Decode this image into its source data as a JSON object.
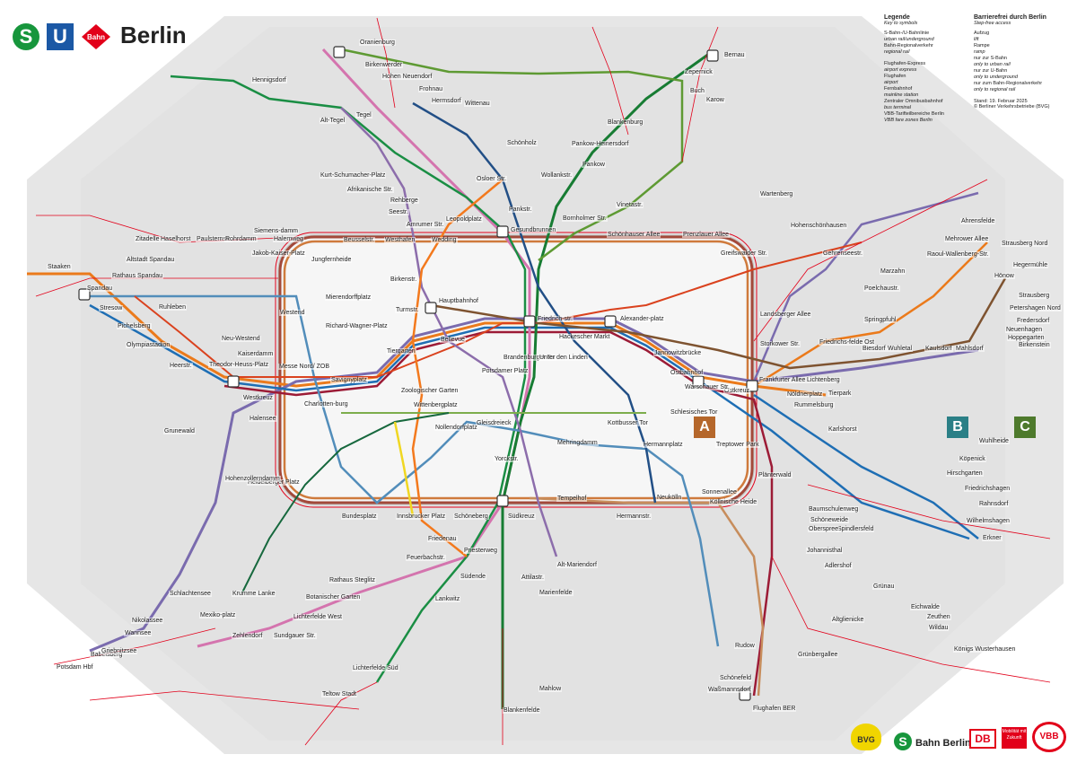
{
  "header": {
    "s_logo": "S",
    "u_logo": "U",
    "bahn_logo": "Bahn",
    "city": "Berlin"
  },
  "legend": {
    "title": "Legende",
    "subtitle": "Key to symbols",
    "items": [
      "S-Bahn-/U-Bahnlinie",
      "urban rail/underground",
      "Bahn-Regionalverkehr",
      "regional rail",
      "Flughafen-Express",
      "airport express",
      "Flughafen",
      "airport",
      "Fernbahnhof",
      "mainline station",
      "Zentraler Omnibusbahnhof",
      "bus terminal",
      "VBB-Tarifteilbereiche Berlin",
      "VBB fare zones Berlin"
    ],
    "access_title": "Barrierefrei durch Berlin",
    "access_subtitle": "Step-free access",
    "access_items": [
      "Aufzug",
      "lift",
      "Rampe",
      "ramp",
      "nur zur S-Bahn",
      "only to urban rail",
      "nur zur U-Bahn",
      "only to underground",
      "nur zum Bahn-Regionalverkehr",
      "only to regional rail"
    ],
    "stand": "Stand: 19. Februar 2025",
    "copyright": "© Berliner Verkehrsbetriebe (BVG)"
  },
  "zones": {
    "a": "A",
    "b": "B",
    "c": "C"
  },
  "colors": {
    "ring_sbahn": "#a0522d",
    "s1": "#d474ae",
    "s2": "#177c33",
    "s3": "#1e6eb4",
    "s5": "#eb7a1b",
    "s7": "#7a6bae",
    "s8": "#5e9a33",
    "s9": "#9c1b36",
    "s25": "#1a8e44",
    "s41": "#a3493a",
    "s45": "#c78d5c",
    "s46": "#b48a3e",
    "s47": "#a0853a",
    "s75": "#7a6bae",
    "u1": "#7dad4c",
    "u2": "#da421e",
    "u3": "#16683d",
    "u4": "#f0d722",
    "u5": "#7e5330",
    "u6": "#8c6dab",
    "u7": "#528dba",
    "u8": "#224f86",
    "u9": "#f3791d",
    "regional": "#e2001a",
    "fex": "#e2001a"
  },
  "stations": [
    {
      "id": "hauptbahnhof",
      "label": "Hauptbahnhof"
    },
    {
      "id": "friedrichstr",
      "label": "Friedrich-str."
    },
    {
      "id": "alexanderplatz",
      "label": "Alexander-platz"
    },
    {
      "id": "ostkreuz",
      "label": "Ostkreuz"
    },
    {
      "id": "warschauer",
      "label": "Warschauer Str."
    },
    {
      "id": "gesundbrunnen",
      "label": "Gesundbrunnen"
    },
    {
      "id": "suedkreuz",
      "label": "Südkreuz"
    },
    {
      "id": "westkreuz",
      "label": "Westkreuz"
    },
    {
      "id": "spandau",
      "label": "Spandau"
    },
    {
      "id": "potsdam_hbf",
      "label": "Potsdam Hbf"
    },
    {
      "id": "flughafen",
      "label": "Flughafen BER"
    },
    {
      "id": "zoo",
      "label": "Zoologischer Garten"
    },
    {
      "id": "westend",
      "label": "Westend"
    },
    {
      "id": "jungfernheide",
      "label": "Jungfernheide"
    },
    {
      "id": "wedding",
      "label": "Wedding"
    },
    {
      "id": "schoenhauser",
      "label": "Schönhauser Allee"
    },
    {
      "id": "prenzlauer",
      "label": "Prenzlauer Allee"
    },
    {
      "id": "greifswalder",
      "label": "Greifswalder Str."
    },
    {
      "id": "landsberger",
      "label": "Landsberger Allee"
    },
    {
      "id": "storkower",
      "label": "Storkower Str."
    },
    {
      "id": "frankfurter_allee",
      "label": "Frankfurter Allee"
    },
    {
      "id": "treptower",
      "label": "Treptower Park"
    },
    {
      "id": "sonnenallee",
      "label": "Sonnenallee"
    },
    {
      "id": "neukoelln",
      "label": "Neukölln"
    },
    {
      "id": "hermannstr",
      "label": "Hermannstr."
    },
    {
      "id": "tempelhof",
      "label": "Tempelhof"
    },
    {
      "id": "schoeneberg",
      "label": "Schöneberg"
    },
    {
      "id": "innsbrucker",
      "label": "Innsbrucker Platz"
    },
    {
      "id": "bundesplatz",
      "label": "Bundesplatz"
    },
    {
      "id": "heidelberger",
      "label": "Heidelberger Platz"
    },
    {
      "id": "hohenzollerndamm",
      "label": "Hohenzollerndamm"
    },
    {
      "id": "halensee",
      "label": "Halensee"
    },
    {
      "id": "messe_nord",
      "label": "Messe Nord/ ZOB"
    },
    {
      "id": "beusselstr",
      "label": "Beusselstr."
    },
    {
      "id": "westhafen",
      "label": "Westhafen"
    },
    {
      "id": "bornholmer",
      "label": "Bornholmer Str."
    },
    {
      "id": "oranienburg",
      "label": "Oranienburg"
    },
    {
      "id": "bernau",
      "label": "Bernau"
    },
    {
      "id": "hennigsdorf",
      "label": "Hennigsdorf"
    },
    {
      "id": "strausberg_nord",
      "label": "Strausberg Nord"
    },
    {
      "id": "erkner",
      "label": "Erkner"
    },
    {
      "id": "koenigs_wusterhausen",
      "label": "Königs Wusterhausen"
    },
    {
      "id": "blankenfelde",
      "label": "Blankenfelde"
    },
    {
      "id": "teltow",
      "label": "Teltow Stadt"
    },
    {
      "id": "wannsee",
      "label": "Wannsee"
    },
    {
      "id": "ahrensfelde",
      "label": "Ahrensfelde"
    },
    {
      "id": "wartenberg",
      "label": "Wartenberg"
    },
    {
      "id": "pankow",
      "label": "Pankow"
    },
    {
      "id": "tegel",
      "label": "Tegel"
    },
    {
      "id": "blankenburg",
      "label": "Blankenburg"
    },
    {
      "id": "karow",
      "label": "Karow"
    },
    {
      "id": "lichtenberg",
      "label": "Lichtenberg"
    },
    {
      "id": "gruenau",
      "label": "Grünau"
    },
    {
      "id": "schoenefeld",
      "label": "Schönefeld"
    },
    {
      "id": "lichterfelde_sued",
      "label": "Lichterfelde Süd"
    },
    {
      "id": "kurt_schumacher",
      "label": "Kurt-Schumacher-Platz"
    },
    {
      "id": "rathaus_spandau",
      "label": "Rathaus Spandau"
    },
    {
      "id": "krumme_lanke",
      "label": "Krumme Lanke"
    },
    {
      "id": "rudow",
      "label": "Rudow"
    },
    {
      "id": "wittenau",
      "label": "Wittenau"
    },
    {
      "id": "hoenow",
      "label": "Hönow"
    },
    {
      "id": "olympiastadion",
      "label": "Olympiastadion"
    },
    {
      "id": "grunewald",
      "label": "Grunewald"
    },
    {
      "id": "wuhlheide",
      "label": "Wuhlheide"
    },
    {
      "id": "koepenick",
      "label": "Köpenick"
    },
    {
      "id": "adlershof",
      "label": "Adlershof"
    },
    {
      "id": "marienfelde",
      "label": "Marienfelde"
    },
    {
      "id": "lankwitz",
      "label": "Lankwitz"
    },
    {
      "id": "mahlow",
      "label": "Mahlow"
    },
    {
      "id": "zehlendorf",
      "label": "Zehlendorf"
    },
    {
      "id": "nikolassee",
      "label": "Nikolassee"
    },
    {
      "id": "pichelsberg",
      "label": "Pichelsberg"
    },
    {
      "id": "heerstr",
      "label": "Heerstr."
    },
    {
      "id": "birkenwerder",
      "label": "Birkenwerder"
    },
    {
      "id": "zepernick",
      "label": "Zepernick"
    },
    {
      "id": "buch",
      "label": "Buch"
    },
    {
      "id": "hohen_neuendorf",
      "label": "Hohen Neuendorf"
    },
    {
      "id": "frohnau",
      "label": "Frohnau"
    },
    {
      "id": "hermsdorf",
      "label": "Hermsdorf"
    },
    {
      "id": "schoenholz",
      "label": "Schönholz"
    },
    {
      "id": "wollankstr",
      "label": "Wollankstr."
    },
    {
      "id": "mehrower",
      "label": "Mehrower Allee"
    },
    {
      "id": "springpfuhl",
      "label": "Springpfuhl"
    },
    {
      "id": "biesdorf",
      "label": "Biesdorf"
    },
    {
      "id": "wuhletal",
      "label": "Wuhletal"
    },
    {
      "id": "kaulsdorf",
      "label": "Kaulsdorf"
    },
    {
      "id": "mahlsdorf",
      "label": "Mahlsdorf"
    },
    {
      "id": "birkenstein",
      "label": "Birkenstein"
    },
    {
      "id": "hoppegarten",
      "label": "Hoppegarten"
    },
    {
      "id": "neuenhagen",
      "label": "Neuenhagen"
    },
    {
      "id": "fredersdorf",
      "label": "Fredersdorf"
    },
    {
      "id": "petershagen",
      "label": "Petershagen Nord"
    },
    {
      "id": "strausberg",
      "label": "Strausberg"
    },
    {
      "id": "hegermuehle",
      "label": "Hegermühle"
    },
    {
      "id": "rahnsdorf",
      "label": "Rahnsdorf"
    },
    {
      "id": "wilhelmshagen",
      "label": "Wilhelmshagen"
    },
    {
      "id": "hirschgarten",
      "label": "Hirschgarten"
    },
    {
      "id": "friedrichshagen",
      "label": "Friedrichshagen"
    },
    {
      "id": "karlshorst",
      "label": "Karlshorst"
    },
    {
      "id": "eichwalde",
      "label": "Eichwalde"
    },
    {
      "id": "zeuthen",
      "label": "Zeuthen"
    },
    {
      "id": "wildau",
      "label": "Wildau"
    },
    {
      "id": "altglienicke",
      "label": "Altglienicke"
    },
    {
      "id": "gruenbergallee",
      "label": "Grünbergallee"
    },
    {
      "id": "wassmannsdorf",
      "label": "Waßmannsdorf"
    },
    {
      "id": "babelsberg",
      "label": "Babelsberg"
    },
    {
      "id": "griebnitzsee",
      "label": "Griebnitzsee"
    },
    {
      "id": "staaken",
      "label": "Staaken"
    },
    {
      "id": "stresow",
      "label": "Stresow"
    },
    {
      "id": "ruhleben",
      "label": "Ruhleben"
    },
    {
      "id": "alt_tegel",
      "label": "Alt-Tegel"
    },
    {
      "id": "osloer",
      "label": "Osloer Str."
    },
    {
      "id": "pankstr",
      "label": "Pankstr."
    },
    {
      "id": "alt_mariendorf",
      "label": "Alt-Mariendorf"
    },
    {
      "id": "hermannplatz",
      "label": "Hermannplatz"
    },
    {
      "id": "mehringdamm",
      "label": "Mehringdamm"
    },
    {
      "id": "gleisdreieck",
      "label": "Gleisdreieck"
    },
    {
      "id": "nollendorfplatz",
      "label": "Nollendorfplatz"
    },
    {
      "id": "wittenbergplatz",
      "label": "Wittenbergplatz"
    },
    {
      "id": "potsdamer_platz",
      "label": "Potsdamer Platz"
    },
    {
      "id": "brandenburger_tor",
      "label": "Brandenburger Tor"
    },
    {
      "id": "unter_den_linden",
      "label": "Unter den Linden"
    },
    {
      "id": "hackescher_markt",
      "label": "Hackescher Markt"
    },
    {
      "id": "jannowitzbruecke",
      "label": "Jannowitzbrücke"
    },
    {
      "id": "ostbahnhof",
      "label": "Ostbahnhof"
    },
    {
      "id": "bellevue",
      "label": "Bellevue"
    },
    {
      "id": "tiergarten",
      "label": "Tiergarten"
    },
    {
      "id": "savignyplatz",
      "label": "Savignyplatz"
    },
    {
      "id": "charlottenburg",
      "label": "Charlotten-burg"
    },
    {
      "id": "kottbusser_tor",
      "label": "Kottbusser Tor"
    },
    {
      "id": "schlesisches_tor",
      "label": "Schlesisches Tor"
    },
    {
      "id": "yorckstr",
      "label": "Yorckstr."
    },
    {
      "id": "suedende",
      "label": "Südende"
    },
    {
      "id": "priesterweg",
      "label": "Priesterweg"
    },
    {
      "id": "attilastr",
      "label": "Attilastr."
    },
    {
      "id": "mexikoplatz",
      "label": "Mexiko-platz"
    },
    {
      "id": "schlachtensee",
      "label": "Schlachtensee"
    },
    {
      "id": "sundgauer",
      "label": "Sundgauer Str."
    },
    {
      "id": "lichterfelde_west",
      "label": "Lichterfelde West"
    },
    {
      "id": "botanischer_garten",
      "label": "Botanischer Garten"
    },
    {
      "id": "rathaus_steglitz",
      "label": "Rathaus Steglitz"
    },
    {
      "id": "feuerbachstr",
      "label": "Feuerbachstr."
    },
    {
      "id": "friedenau",
      "label": "Friedenau"
    },
    {
      "id": "plaenterwald",
      "label": "Plänterwald"
    },
    {
      "id": "baumschulenweg",
      "label": "Baumschulenweg"
    },
    {
      "id": "schoeneweide",
      "label": "Schöneweide"
    },
    {
      "id": "spindlersfeld",
      "label": "Spindlersfeld"
    },
    {
      "id": "oberspree",
      "label": "Oberspree"
    },
    {
      "id": "johannisthal",
      "label": "Johannisthal"
    },
    {
      "id": "koellnische_heide",
      "label": "Köllnische Heide"
    },
    {
      "id": "rummelsburg",
      "label": "Rummelsburg"
    },
    {
      "id": "noeldnerplatz",
      "label": "Nöldnerplatz"
    },
    {
      "id": "tierpark",
      "label": "Tierpark"
    },
    {
      "id": "friedrichsfelde_ost",
      "label": "Friedrichs-felde Ost"
    },
    {
      "id": "poelchaustr",
      "label": "Poelchaustr."
    },
    {
      "id": "marzahn",
      "label": "Marzahn"
    },
    {
      "id": "raoul_wallenberg",
      "label": "Raoul-Wallenberg-Str."
    },
    {
      "id": "hohenschoenhausen",
      "label": "Hohenschönhausen"
    },
    {
      "id": "gehrenseestr",
      "label": "Gehrenseestr."
    },
    {
      "id": "blankenburg2",
      "label": "Pankow-Heinersdorf"
    },
    {
      "id": "vinetastr",
      "label": "Vinetastr."
    },
    {
      "id": "seestr",
      "label": "Seestr."
    },
    {
      "id": "leopoldplatz",
      "label": "Leopoldplatz"
    },
    {
      "id": "amrumer",
      "label": "Amrumer Str."
    },
    {
      "id": "rehberge",
      "label": "Rehberge"
    },
    {
      "id": "afrikanische",
      "label": "Afrikanische Str."
    },
    {
      "id": "siemensdamm",
      "label": "Siemens-damm"
    },
    {
      "id": "zitadelle",
      "label": "Zitadelle"
    },
    {
      "id": "haselhorst",
      "label": "Haselhorst"
    },
    {
      "id": "paulsternstr",
      "label": "Paulsternstr."
    },
    {
      "id": "rohrdamm",
      "label": "Rohrdamm"
    },
    {
      "id": "halemweg",
      "label": "Halemweg"
    },
    {
      "id": "jakob_kaiser",
      "label": "Jakob-Kaiser-Platz"
    },
    {
      "id": "altstadt_spandau",
      "label": "Altstadt Spandau"
    },
    {
      "id": "neu_westend",
      "label": "Neu-Westend"
    },
    {
      "id": "theodor_heuss",
      "label": "Theodor-Heuss-Platz"
    },
    {
      "id": "kaiserdamm",
      "label": "Kaiserdamm"
    },
    {
      "id": "richard_wagner",
      "label": "Richard-Wagner-Platz"
    },
    {
      "id": "mierendorffplatz",
      "label": "Mierendorffplatz"
    },
    {
      "id": "birkenstr",
      "label": "Birkenstr."
    },
    {
      "id": "turmstr",
      "label": "Turmstr."
    }
  ]
}
